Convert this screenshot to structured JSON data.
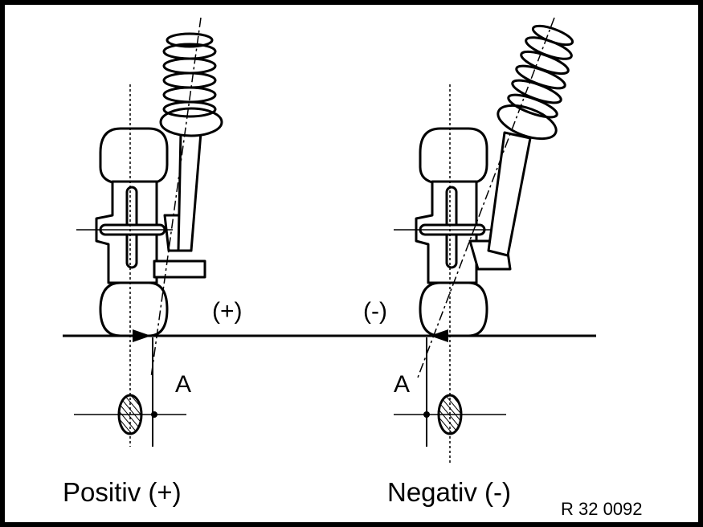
{
  "labels": {
    "left_sign": "(+)",
    "right_sign": "(-)",
    "left_offset": "A",
    "right_offset": "A",
    "left_caption": "Positiv (+)",
    "right_caption": "Negativ (-)",
    "ref_code": "R 32 0092"
  }
}
